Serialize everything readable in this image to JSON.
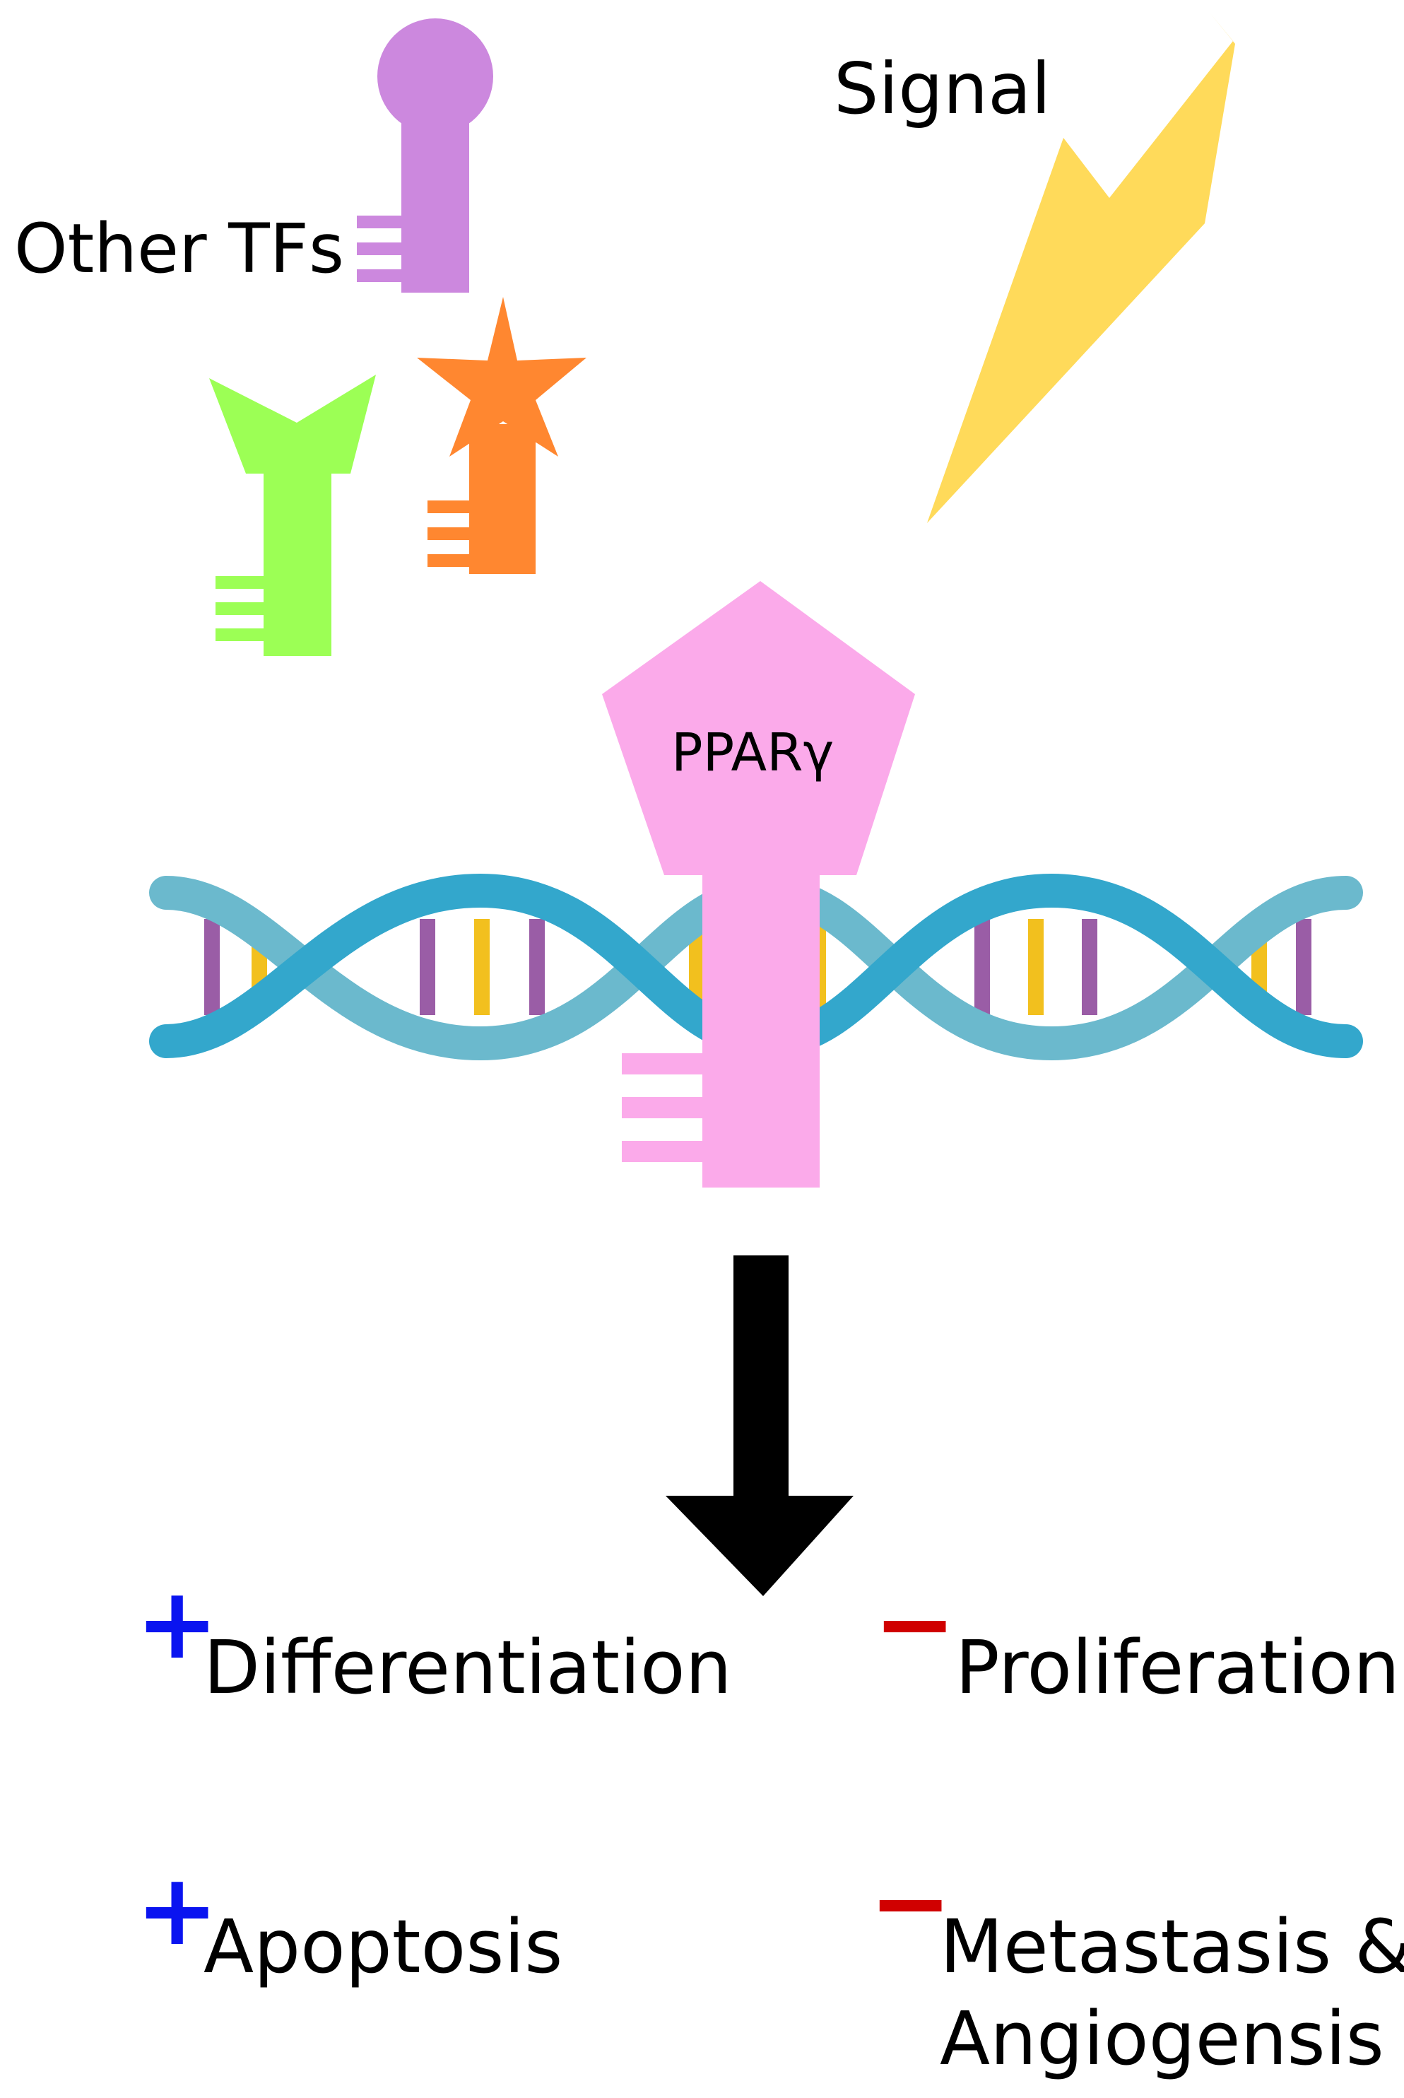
{
  "labels": {
    "signal": "Signal",
    "other_tfs": "Other TFs",
    "ppar": "PPARγ"
  },
  "outcomes": {
    "differentiation": {
      "sign": "+",
      "text": "Differentiation"
    },
    "proliferation": {
      "sign": "−",
      "text": "Proliferation"
    },
    "apoptosis": {
      "sign": "+",
      "text": "Apoptosis"
    },
    "metastasis": {
      "sign": "−",
      "line1": "Metastasis &",
      "line2": "Angiogensis"
    }
  },
  "colors": {
    "tf_purple": "#CC88DE",
    "tf_green": "#9CFF55",
    "tf_orange": "#FF8730",
    "signal_yellow": "#FFDA5A",
    "ppar_pink": "#FBAAEA",
    "dna_dark": "#33A7CC",
    "dna_light": "#6BB9CD",
    "base_purple": "#9A5DA6",
    "base_yellow": "#F2C01E",
    "plus_blue": "#0A14F0",
    "minus_red": "#D00000",
    "arrow_black": "#000000"
  }
}
